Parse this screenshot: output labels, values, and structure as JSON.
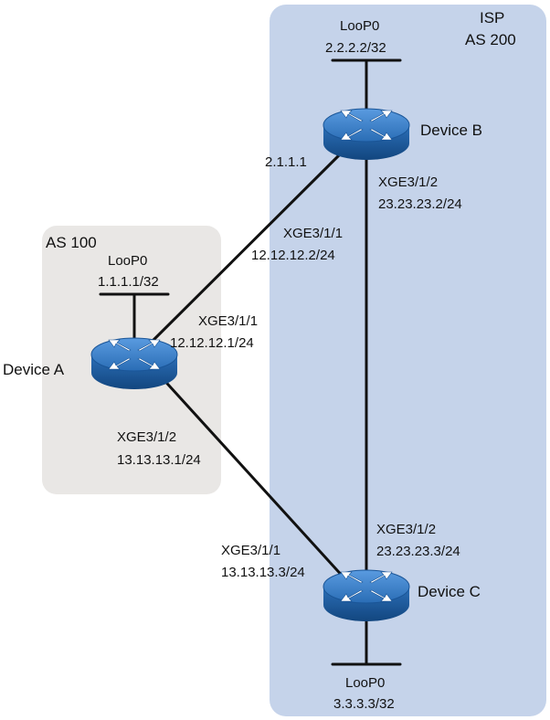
{
  "colors": {
    "isp_region": "#c5d3ea",
    "as100_region": "#e9e7e5",
    "link": "#111111",
    "router_body": "#1e5fa6",
    "router_top": "#3f86cf"
  },
  "regions": {
    "isp": {
      "name": "ISP",
      "as": "AS 200"
    },
    "as100": {
      "as": "AS 100"
    }
  },
  "devices": {
    "a": {
      "name": "Device A",
      "icon": "router-icon",
      "loopback": {
        "name": "LooP0",
        "ip": "1.1.1.1/32"
      }
    },
    "b": {
      "name": "Device B",
      "icon": "router-icon",
      "loopback": {
        "name": "LooP0",
        "ip": "2.2.2.2/32"
      }
    },
    "c": {
      "name": "Device C",
      "icon": "router-icon",
      "loopback": {
        "name": "LooP0",
        "ip": "3.3.3.3/32"
      }
    }
  },
  "links": {
    "a_b": {
      "a_if": "XGE3/1/1",
      "a_ip": "12.12.12.1/24",
      "b_if": "XGE3/1/1",
      "b_ip": "12.12.12.2/24",
      "b_addr": "2.1.1.1"
    },
    "a_c": {
      "a_if": "XGE3/1/2",
      "a_ip": "13.13.13.1/24",
      "c_if": "XGE3/1/1",
      "c_ip": "13.13.13.3/24"
    },
    "b_c": {
      "b_if": "XGE3/1/2",
      "b_ip": "23.23.23.2/24",
      "c_if": "XGE3/1/2",
      "c_ip": "23.23.23.3/24"
    }
  }
}
